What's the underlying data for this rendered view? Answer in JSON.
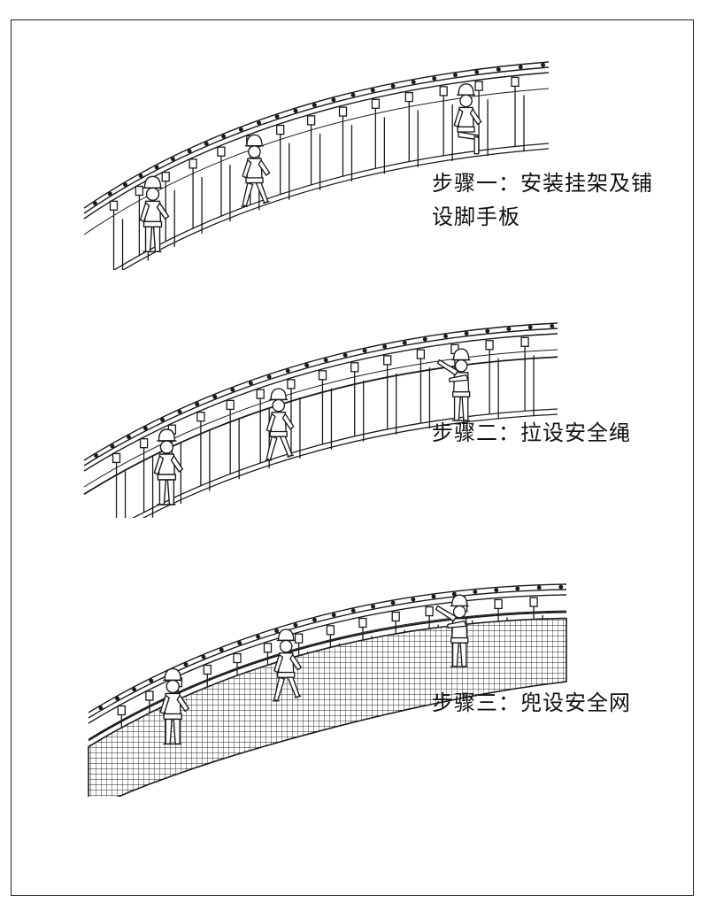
{
  "steps": [
    {
      "line1": "步骤一：安装挂架及铺",
      "line2": "设脚手板"
    },
    {
      "line1": "步骤二：拉设安全绳"
    },
    {
      "line1": "步骤三：兜设安全网"
    }
  ],
  "colors": {
    "line": "#1a1a1a",
    "netFill": "#e8e8e8",
    "background": "#ffffff"
  },
  "icons": [
    "worker-figure-icon",
    "hanging-bracket-icon"
  ]
}
